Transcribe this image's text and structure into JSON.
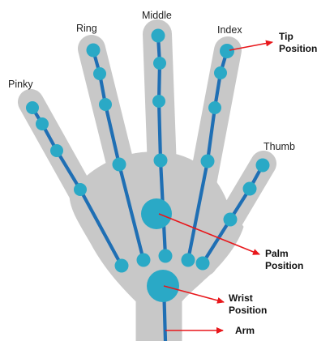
{
  "fingers": {
    "pinky": "Pinky",
    "ring": "Ring",
    "middle": "Middle",
    "index": "Index",
    "thumb": "Thumb"
  },
  "callouts": {
    "tip_line1": "Tip",
    "tip_line2": "Position",
    "palm_line1": "Palm",
    "palm_line2": "Position",
    "wrist_line1": "Wrist",
    "wrist_line2": "Position",
    "arm": "Arm"
  },
  "colors": {
    "hand_silhouette": "#c8c8c8",
    "bone": "#1f6fb4",
    "joint": "#2aa9c6",
    "arrow": "#e8171b"
  }
}
